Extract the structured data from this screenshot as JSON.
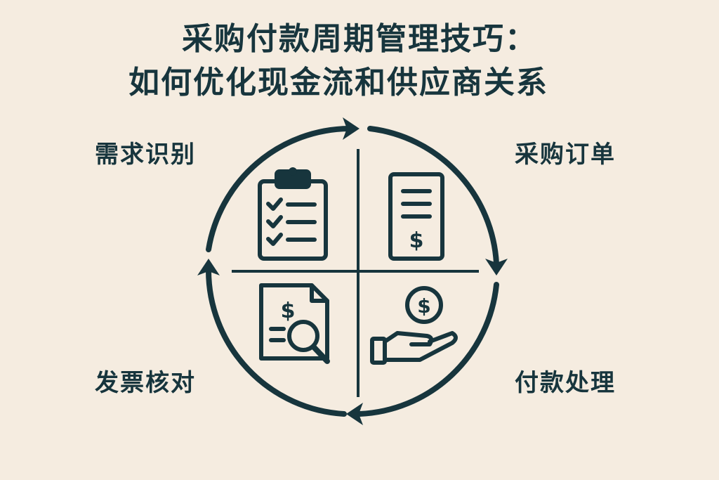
{
  "title": {
    "line1": "采购付款周期管理技巧：",
    "line2": "如何优化现金流和供应商关系"
  },
  "stages": {
    "top_left": {
      "label": "需求识别",
      "icon": "clipboard-checklist-icon"
    },
    "top_right": {
      "label": "采购订单",
      "icon": "purchase-order-document-icon"
    },
    "bottom_right": {
      "label": "付款处理",
      "icon": "hand-holding-coin-icon"
    },
    "bottom_left": {
      "label": "发票核对",
      "icon": "invoice-magnifier-icon"
    }
  },
  "icon_glyphs": {
    "currency": "$"
  },
  "colors": {
    "background": "#f5ece0",
    "primary": "#17353d"
  }
}
